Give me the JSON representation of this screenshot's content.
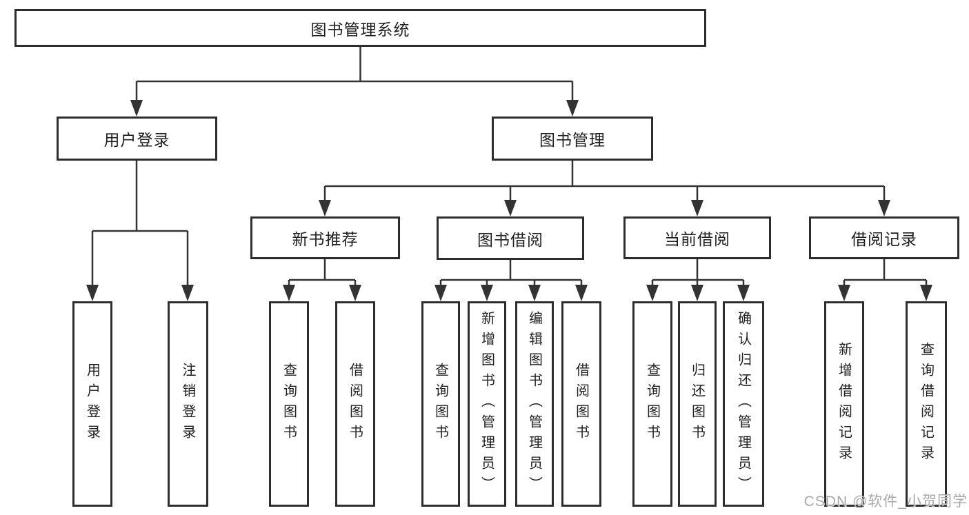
{
  "root_label": "图书管理系统",
  "user_login": {
    "label": "用户登录",
    "children": [
      "用户登录",
      "注销登录"
    ]
  },
  "book_mgmt": {
    "label": "图书管理",
    "sections": [
      {
        "label": "新书推荐",
        "children": [
          "查询图书",
          "借阅图书"
        ]
      },
      {
        "label": "图书借阅",
        "children": [
          "查询图书",
          "新增图书（管理员）",
          "编辑图书（管理员）",
          "借阅图书"
        ]
      },
      {
        "label": "当前借阅",
        "children": [
          "查询图书",
          "归还图书",
          "确认归还（管理员）"
        ]
      },
      {
        "label": "借阅记录",
        "children": [
          "新增借阅记录",
          "查询借阅记录"
        ]
      }
    ]
  },
  "watermark": "CSDN @软件_小贺同学",
  "colors": {
    "line": "#333333",
    "border": "#2d2d2d",
    "text": "#1f1f1f",
    "watermark": "#a8a8a8"
  }
}
